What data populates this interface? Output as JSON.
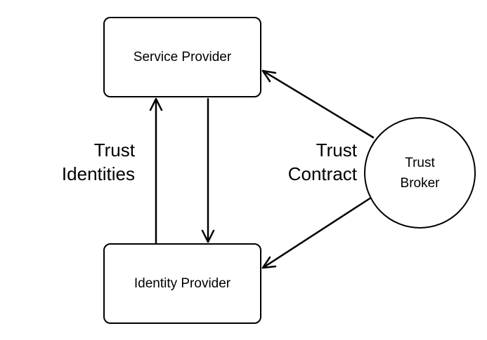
{
  "nodes": {
    "service_provider": "Service Provider",
    "identity_provider": "Identity Provider",
    "trust_broker": [
      "Trust",
      "Broker"
    ]
  },
  "edge_labels": {
    "trust_identities": [
      "Trust",
      "Identities"
    ],
    "trust_contract": [
      "Trust",
      "Contract"
    ]
  },
  "colors": {
    "stroke": "#000000",
    "background": "#ffffff"
  }
}
